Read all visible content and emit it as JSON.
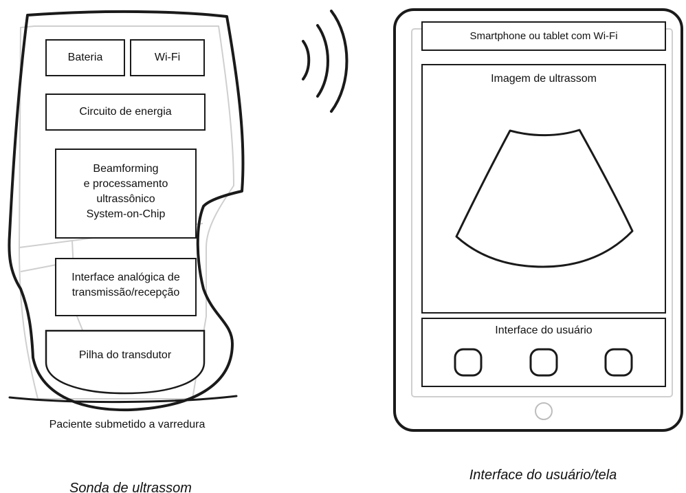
{
  "probe": {
    "battery": "Bateria",
    "wifi": "Wi-Fi",
    "power_circuit": "Circuito de energia",
    "soc_line1": "Beamforming",
    "soc_line2": "e processamento",
    "soc_line3": "ultrassônico",
    "soc_line4": "System-on-Chip",
    "analog_line1": "Interface analógica de",
    "analog_line2": "transmissão/recepção",
    "transducer": "Pilha do transdutor",
    "patient": "Paciente submetido a varredura",
    "caption": "Sonda de ultrassom"
  },
  "device": {
    "header": "Smartphone ou tablet com Wi-Fi",
    "image_title": "Imagem de ultrassom",
    "ui_title": "Interface do usuário",
    "caption": "Interface do usuário/tela"
  },
  "icons": {
    "wireless": "wireless-signal-icon",
    "home_button": "home-button-icon",
    "sector_image": "ultrasound-sector-icon",
    "ui_buttons": "rounded-square-button-icon"
  },
  "colors": {
    "stroke": "#1a1a1a",
    "inner_outline": "#cfcfcf",
    "background": "#ffffff"
  }
}
